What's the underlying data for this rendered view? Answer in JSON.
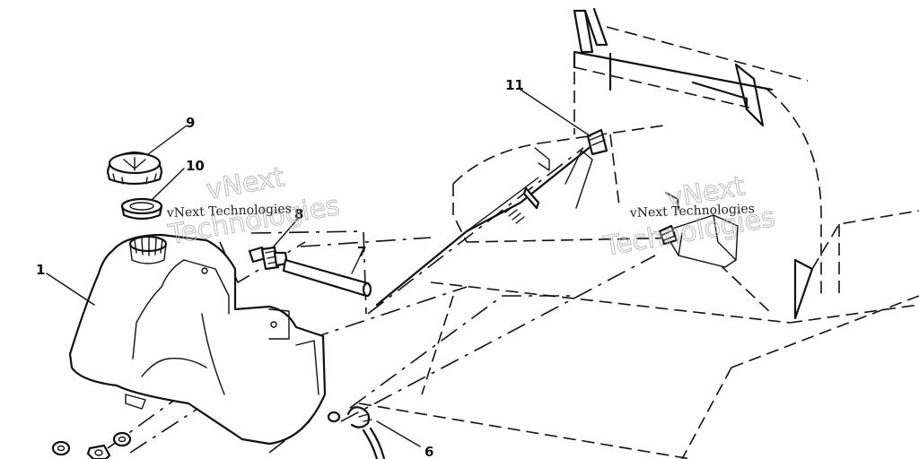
{
  "callouts": {
    "n1": "1",
    "n6": "6",
    "n7": "7",
    "n8": "8",
    "n9": "9",
    "n10": "10",
    "n11": "11"
  },
  "watermark": {
    "brand_line1": "vNext",
    "brand_line2": "Technologies",
    "caption": "vNext Technologies"
  }
}
